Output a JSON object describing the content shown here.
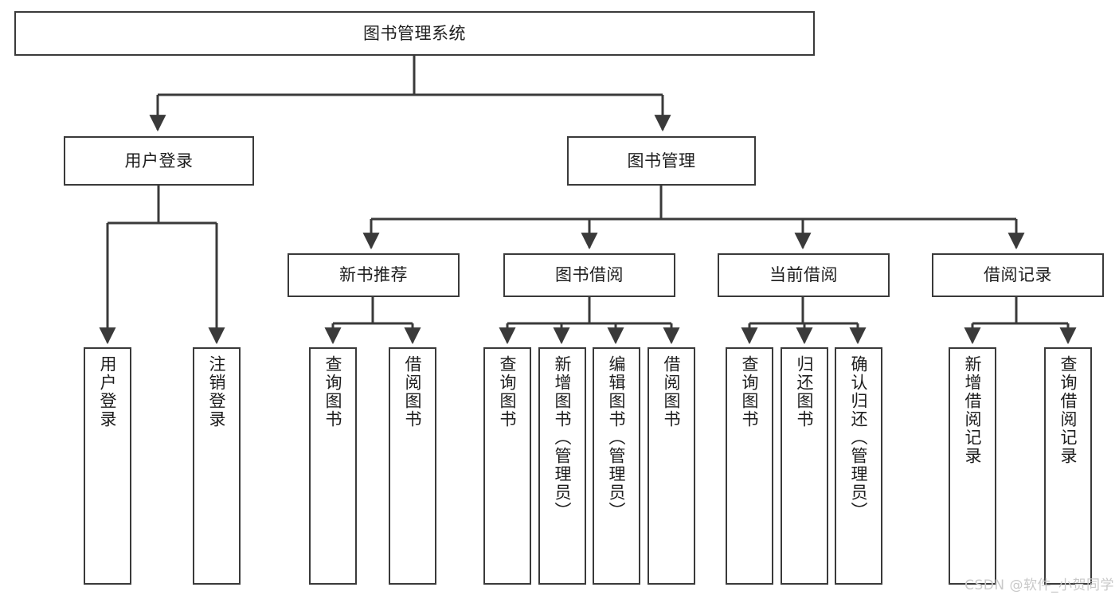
{
  "diagram": {
    "title": "图书管理系统",
    "type": "tree",
    "colors": {
      "box_border": "#3a3a3a",
      "box_fill": "#ffffff",
      "edge": "#3a3a3a",
      "text": "#1d1d1d",
      "watermark": "#c9c9c9",
      "background": "#ffffff"
    },
    "watermark": "CSDN @软件_小贺同学"
  },
  "nodes": {
    "root": {
      "label": "图书管理系统"
    },
    "level1": [
      {
        "id": "user-login",
        "label": "用户登录"
      },
      {
        "id": "book-management",
        "label": "图书管理"
      }
    ],
    "level2": [
      {
        "id": "new-book-recommend",
        "label": "新书推荐"
      },
      {
        "id": "book-borrow",
        "label": "图书借阅"
      },
      {
        "id": "current-borrow",
        "label": "当前借阅"
      },
      {
        "id": "borrow-record",
        "label": "借阅记录"
      }
    ],
    "leaves": {
      "user_login": [
        {
          "id": "leaf-user-login",
          "label": "用户登录"
        },
        {
          "id": "leaf-logout-login",
          "label": "注销登录"
        }
      ],
      "new_book_recommend": [
        {
          "id": "leaf-query-book-1",
          "label": "查询图书"
        },
        {
          "id": "leaf-borrow-book-1",
          "label": "借阅图书"
        }
      ],
      "book_borrow": [
        {
          "id": "leaf-query-book-2",
          "label": "查询图书"
        },
        {
          "id": "leaf-add-book",
          "label": "新增图书（管理员）"
        },
        {
          "id": "leaf-edit-book",
          "label": "编辑图书（管理员）"
        },
        {
          "id": "leaf-borrow-book-2",
          "label": "借阅图书"
        }
      ],
      "current_borrow": [
        {
          "id": "leaf-query-book-3",
          "label": "查询图书"
        },
        {
          "id": "leaf-return-book",
          "label": "归还图书"
        },
        {
          "id": "leaf-confirm-return",
          "label": "确认归还（管理员）"
        }
      ],
      "borrow_record": [
        {
          "id": "leaf-add-record",
          "label": "新增借阅记录"
        },
        {
          "id": "leaf-query-record",
          "label": "查询借阅记录"
        }
      ]
    }
  }
}
